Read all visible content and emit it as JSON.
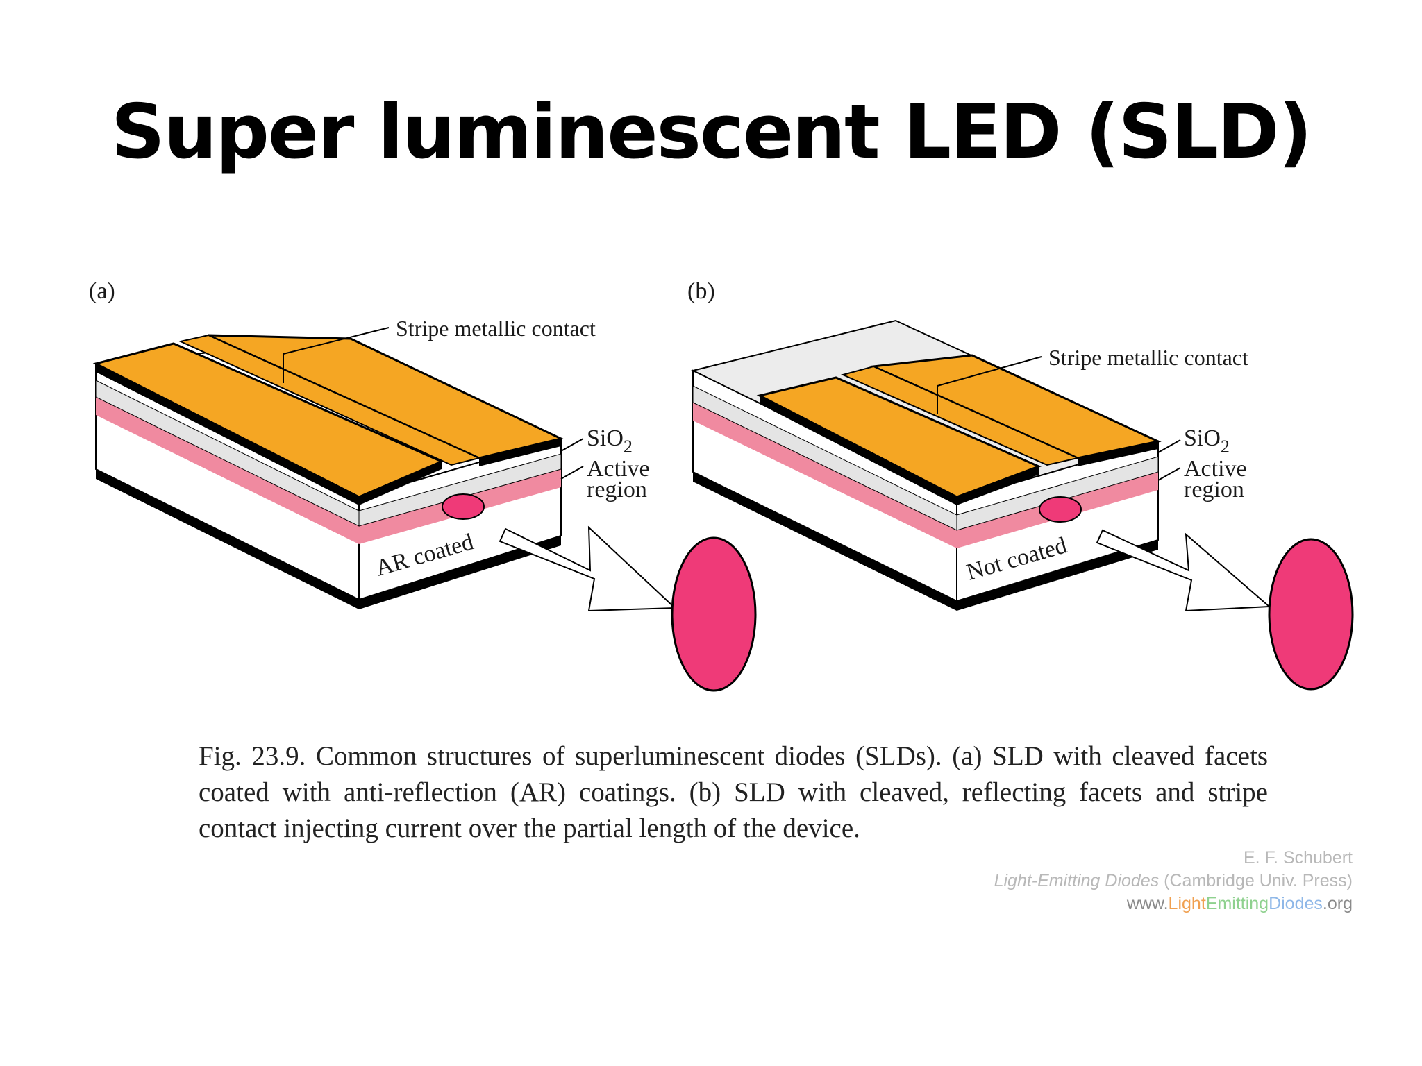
{
  "title": "Super luminescent LED (SLD)",
  "panel_a": {
    "tag": "(a)",
    "stripe_label": "Stripe metallic contact",
    "sio2_label": "SiO",
    "sio2_subscript": "2",
    "active_label_line1": "Active",
    "active_label_line2": "region",
    "facet_label": "AR coated"
  },
  "panel_b": {
    "tag": "(b)",
    "stripe_label": "Stripe metallic contact",
    "sio2_label": "SiO",
    "sio2_subscript": "2",
    "active_label_line1": "Active",
    "active_label_line2": "region",
    "facet_label": "Not coated"
  },
  "caption": "Fig. 23.9. Common structures of superluminescent diodes (SLDs). (a) SLD with cleaved facets coated with anti-reflection (AR) coatings. (b) SLD with cleaved, reflecting facets and stripe contact injecting current over the partial length of the device.",
  "credit": {
    "author": "E. F. Schubert",
    "book_title": "Light-Emitting Diodes",
    "publisher": " (Cambridge Univ. Press)",
    "url_www": "www.",
    "url_light": "Light",
    "url_emitting": "Emitting",
    "url_diodes": "Diodes",
    "url_org": ".org"
  },
  "colors": {
    "contact": "#f5a623",
    "active_layer": "#f08aa0",
    "spot": "#ef3a78",
    "sio2_layer": "#e4e4e4",
    "outline": "#000000"
  }
}
